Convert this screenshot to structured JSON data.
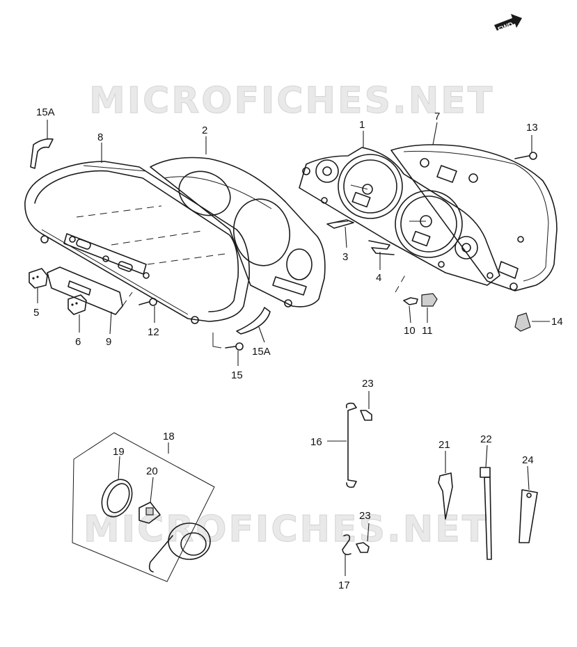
{
  "watermark_top": "MICROFICHES.NET",
  "watermark_bottom": "MICROFICHES.NET",
  "fwd_label": "FWD",
  "callouts": {
    "c1": "1",
    "c2": "2",
    "c3": "3",
    "c4": "4",
    "c5": "5",
    "c6": "6",
    "c7": "7",
    "c8": "8",
    "c9": "9",
    "c10": "10",
    "c11": "11",
    "c12": "12",
    "c13": "13",
    "c14": "14",
    "c15": "15",
    "c15a_top": "15A",
    "c15a_bottom": "15A",
    "c16": "16",
    "c17": "17",
    "c18": "18",
    "c19": "19",
    "c20": "20",
    "c21": "21",
    "c22": "22",
    "c23_top": "23",
    "c23_bottom": "23",
    "c24": "24"
  },
  "colors": {
    "ink": "#1a1a1a",
    "watermark": "#e9e9e9",
    "background": "#ffffff"
  }
}
